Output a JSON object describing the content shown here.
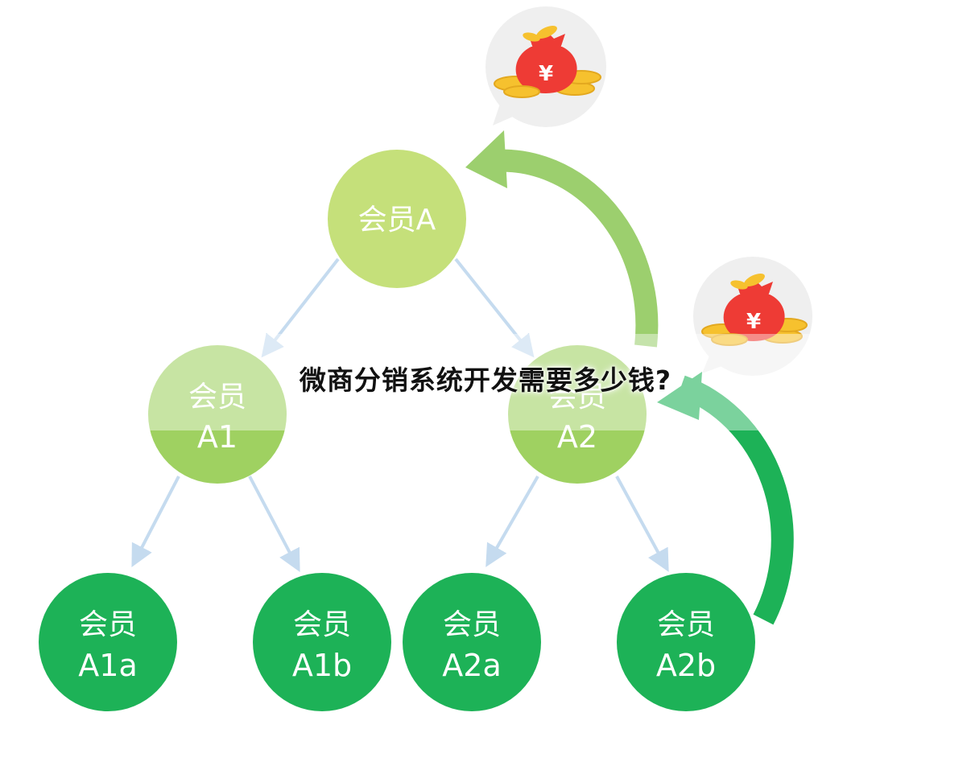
{
  "headline": "微商分销系统开发需要多少钱?",
  "members": {
    "a": {
      "line1": "会员A",
      "line2": ""
    },
    "a1": {
      "line1": "会员",
      "line2": "A1"
    },
    "a2": {
      "line1": "会员",
      "line2": "A2"
    },
    "a1a": {
      "line1": "会员",
      "line2": "A1a"
    },
    "a1b": {
      "line1": "会员",
      "line2": "A1b"
    },
    "a2a": {
      "line1": "会员",
      "line2": "A2a"
    },
    "a2b": {
      "line1": "会员",
      "line2": "A2b"
    }
  },
  "money_bag": {
    "symbol": "¥",
    "icon": "money-bag-icon"
  },
  "colors": {
    "level1": "#c5e07a",
    "level2": "#9fd161",
    "level3": "#1db257",
    "arrow_light": "#9ccf6e",
    "arrow_dark": "#1db257",
    "connector": "#c5dbef",
    "bubble": "#efefef",
    "bag_red": "#ee3b35",
    "coin_gold": "#f6c12e"
  }
}
